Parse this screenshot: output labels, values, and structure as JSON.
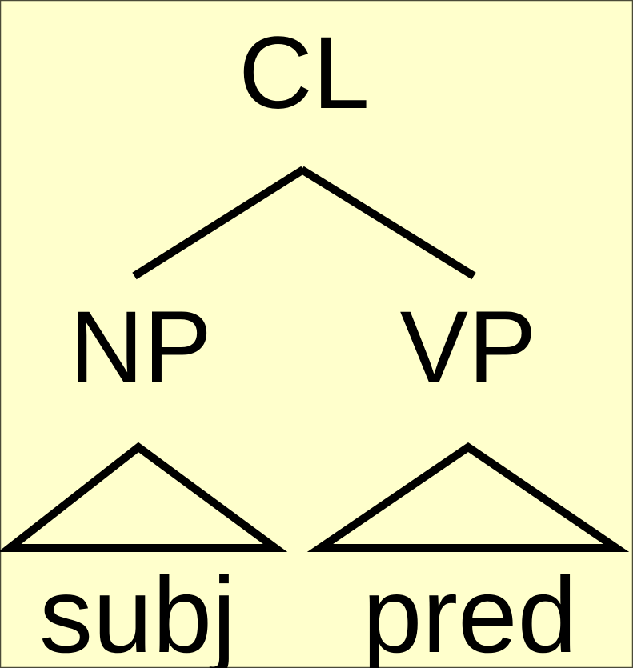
{
  "tree": {
    "root": "CL",
    "children": [
      {
        "label": "NP",
        "leaf": "subj"
      },
      {
        "label": "VP",
        "leaf": "pred"
      }
    ]
  },
  "colors": {
    "background": "#FFFFCC",
    "ink": "#000000",
    "border": "#4A4A38"
  }
}
